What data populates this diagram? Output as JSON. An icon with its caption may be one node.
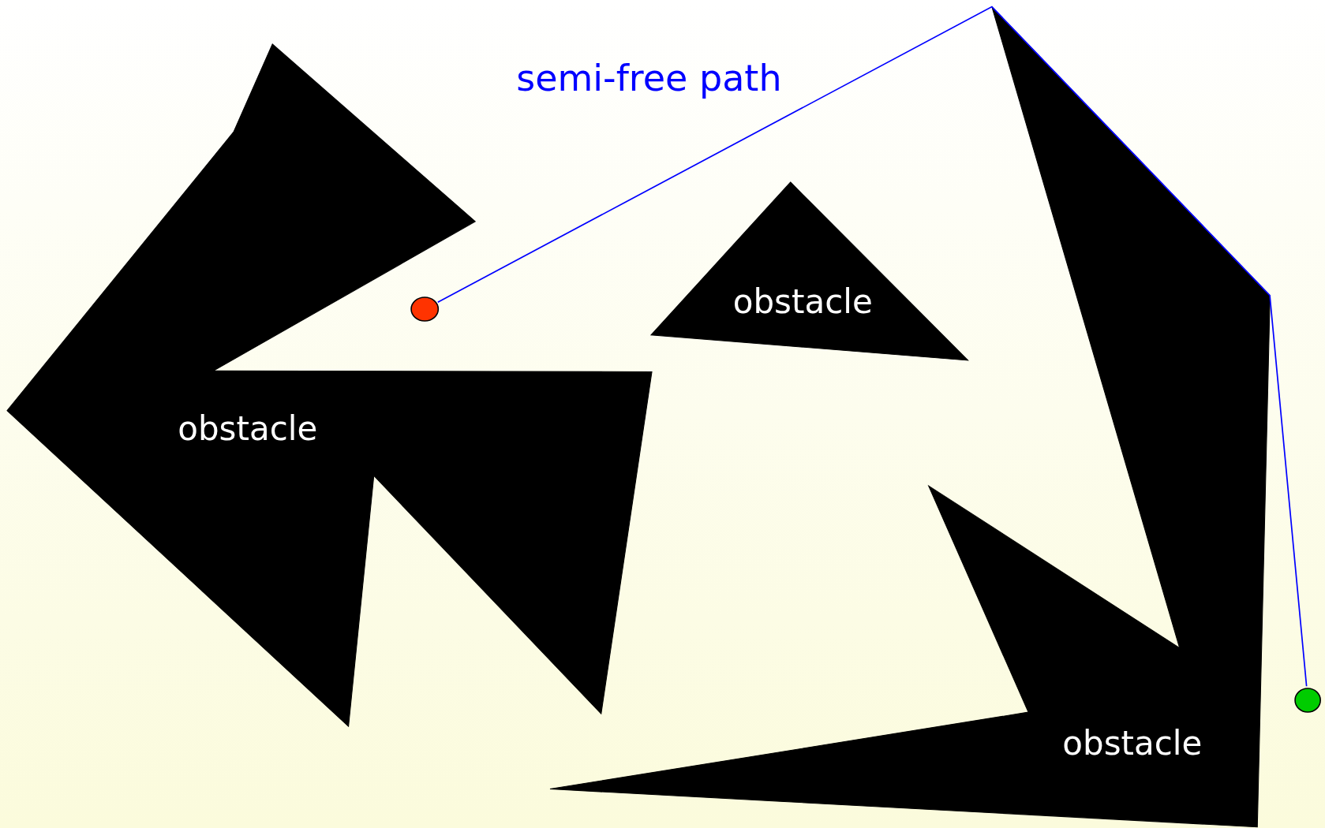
{
  "diagram": {
    "nodes": [
      {
        "text": [
          "obstacle"
        ]
      },
      {
        "text": [
          "obstacle"
        ]
      },
      {
        "text": [
          "obstacle"
        ]
      },
      {
        "text": [],
        "shape": "circle"
      },
      {
        "text": [],
        "shape": "circle"
      }
    ],
    "edges": [
      {
        "from": 3,
        "to": 4,
        "arrow": "none",
        "label": "semi-free path",
        "color": "#0000ff"
      }
    ]
  }
}
